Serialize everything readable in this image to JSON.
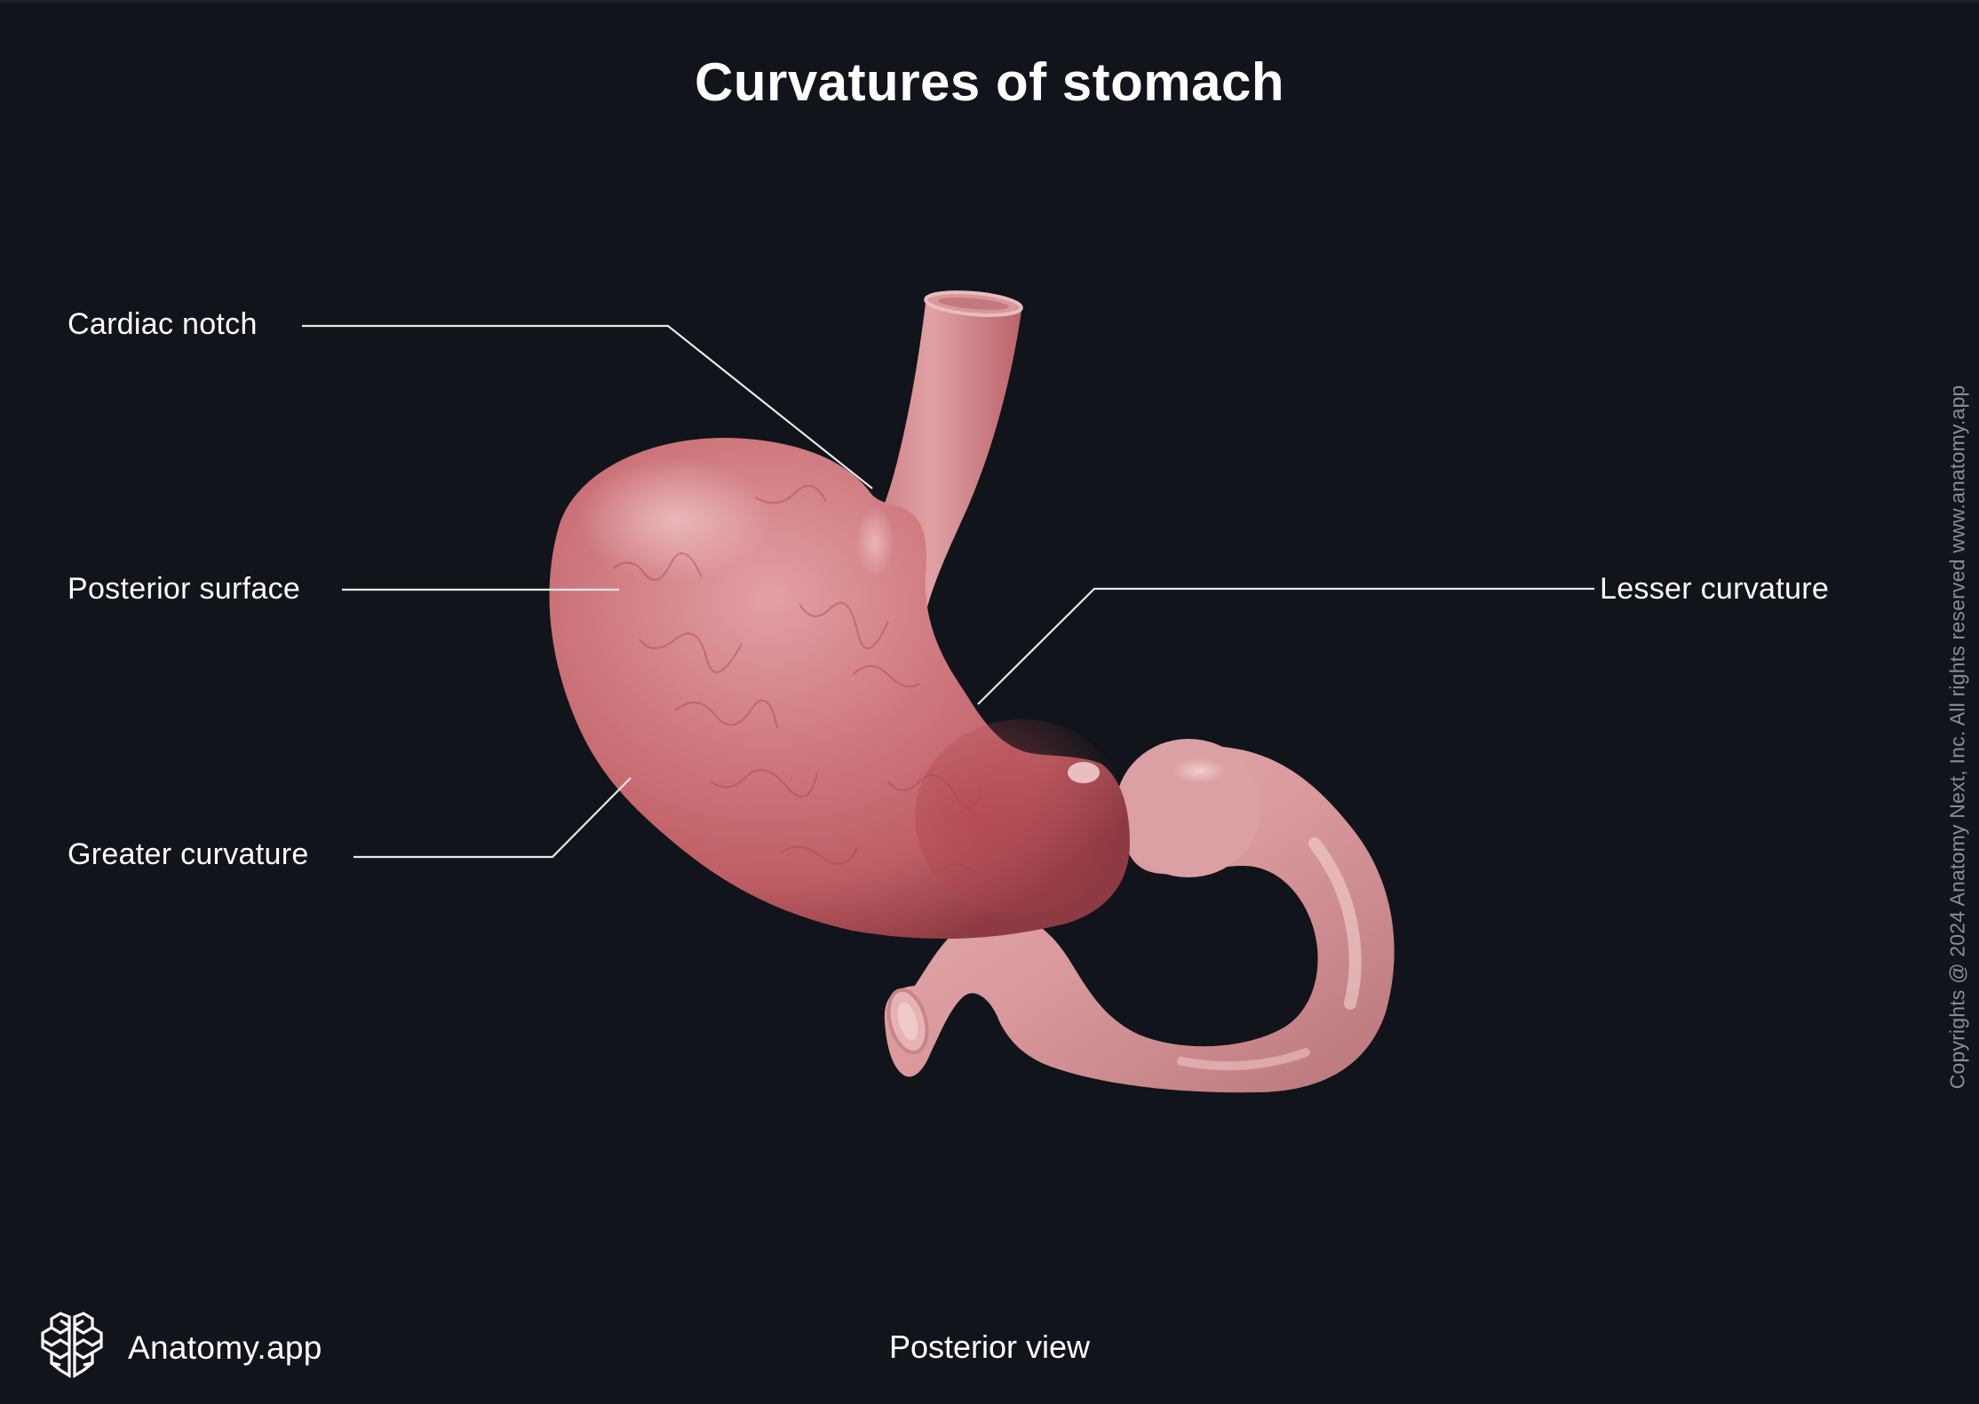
{
  "title": "Curvatures of stomach",
  "view_caption": "Posterior view",
  "labels": {
    "cardiac_notch": "Cardiac notch",
    "posterior_surface": "Posterior surface",
    "greater_curvature": "Greater curvature",
    "lesser_curvature": "Lesser curvature"
  },
  "brand": {
    "name": "Anatomy.app",
    "logo_icon": "brain-icon"
  },
  "copyright": "Copyrights @ 2024 Anatomy Next, Inc. All rights reserved www.anatomy.app",
  "colors": {
    "background": "#11141a",
    "text": "#ffffff",
    "leader_line": "#e8e8e8",
    "copyright_text": "#8a8d93",
    "stomach_base": "#c9686e",
    "stomach_light": "#e3a3a6",
    "duodenum": "#d79a9c"
  }
}
